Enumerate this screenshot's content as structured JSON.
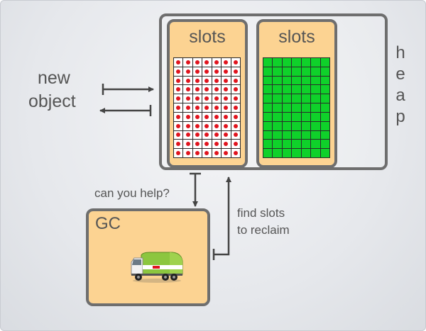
{
  "new_object_label": [
    "new",
    "object"
  ],
  "heap": {
    "slots_left_label": "slots",
    "slots_right_label": "slots",
    "heap_letters": [
      "h",
      "e",
      "a",
      "p"
    ],
    "grid_rows": 11,
    "grid_cols": 7
  },
  "gc": {
    "label": "GC",
    "truck_icon": "garbage-truck-icon"
  },
  "arrows": {
    "help_label": "can you help?",
    "reclaim_label": [
      "find slots",
      "to reclaim"
    ]
  },
  "colors": {
    "slot_box": "#fcd392",
    "border": "#6e6e6e",
    "used_slot_dot": "#e0141e",
    "free_slot": "#0fd12a",
    "truck_body": "#8cc63f"
  }
}
